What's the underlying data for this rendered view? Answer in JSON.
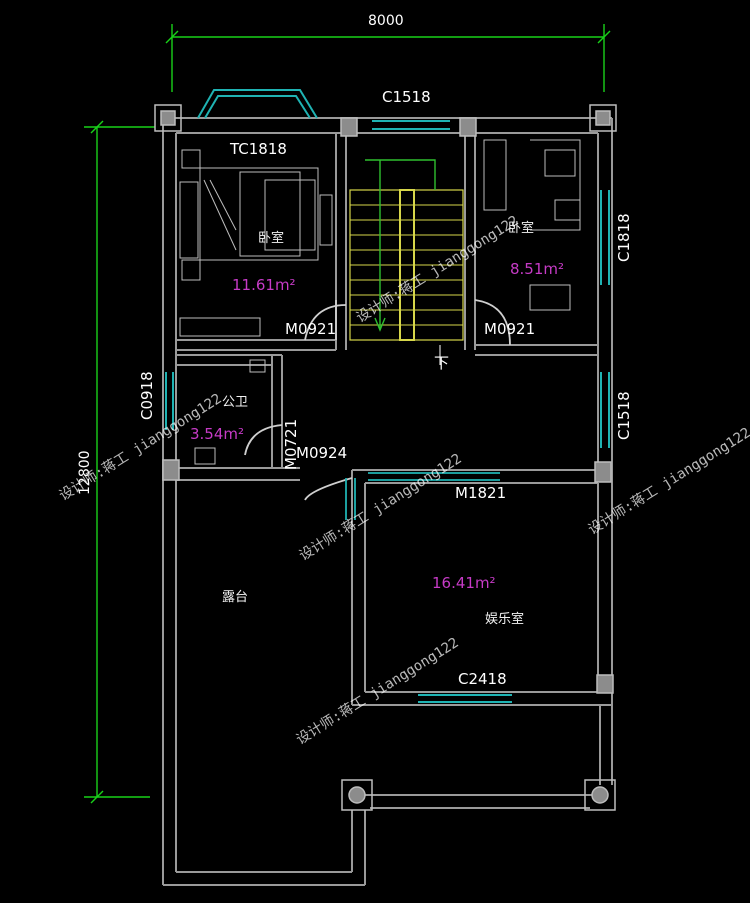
{
  "dimensions": {
    "width": "8000",
    "height": "12800"
  },
  "windows": {
    "top_window": "C1518",
    "bay_window": "TC1818",
    "right_window_upper": "C1818",
    "right_window_lower": "C1518",
    "bath_window": "C0918",
    "living_window": "C2418"
  },
  "doors": {
    "bedroom_left_door": "M0921",
    "bedroom_right_door": "M0921",
    "bath_door": "M0721",
    "terrace_door": "M0924",
    "living_door": "M1821"
  },
  "rooms": {
    "bedroom_left": {
      "name": "卧室",
      "area": "11.61m²"
    },
    "bedroom_right": {
      "name": "卧室",
      "area": "8.51m²"
    },
    "bathroom": {
      "name": "公卫",
      "area": "3.54m²"
    },
    "living": {
      "name": "娱乐室",
      "area": "16.41m²"
    },
    "terrace": {
      "name": "露台"
    },
    "stair_down": "下"
  },
  "watermark": "设计师:蒋工 jianggong122",
  "colors": {
    "wall": "#9a9a9a",
    "dimension": "#19d119",
    "window": "#1fb3b3",
    "area_text": "#c63bc6",
    "stair": "#d6d64a"
  }
}
